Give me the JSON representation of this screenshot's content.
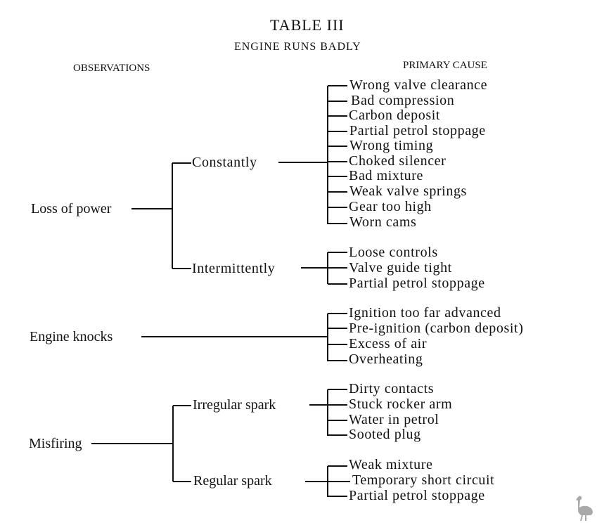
{
  "title": "TABLE  III",
  "subtitle": "ENGINE  RUNS   BADLY",
  "column_headers": {
    "observations": "OBSERVATIONS",
    "primary_cause": "PRIMARY CAUSE"
  },
  "tree": [
    {
      "observation": "Loss of power",
      "branches": [
        {
          "label": "Constantly",
          "causes": [
            "Wrong valve clearance",
            "Bad compression",
            "Carbon deposit",
            "Partial petrol stoppage",
            "Wrong timing",
            "Choked silencer",
            "Bad mixture",
            "Weak valve springs",
            "Gear too high",
            "Worn cams"
          ]
        },
        {
          "label": "Intermittently",
          "causes": [
            "Loose controls",
            "Valve guide tight",
            "Partial petrol stoppage"
          ]
        }
      ]
    },
    {
      "observation": "Engine knocks",
      "causes": [
        "Ignition too far advanced",
        "Pre-ignition (carbon deposit)",
        "Excess of air",
        "Overheating"
      ]
    },
    {
      "observation": "Misfiring",
      "branches": [
        {
          "label": "Irregular spark",
          "causes": [
            "Dirty contacts",
            "Stuck rocker arm",
            "Water in petrol",
            "Sooted plug"
          ]
        },
        {
          "label": "Regular spark",
          "causes": [
            "Weak mixture",
            "Temporary short circuit",
            "Partial petrol stoppage"
          ]
        }
      ]
    }
  ],
  "watermark_icon": "emu-icon"
}
